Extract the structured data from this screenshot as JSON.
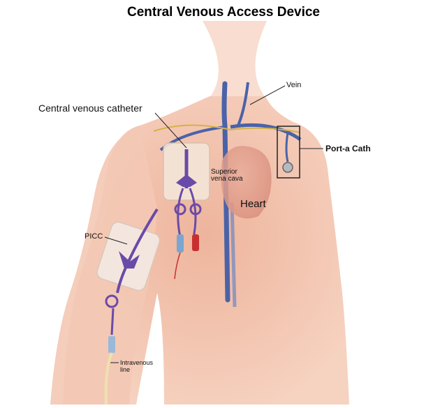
{
  "title": "Central Venous Access Device",
  "labels": {
    "central_venous_catheter": "Central venous catheter",
    "vein": "Vein",
    "port_a_cath": "Port-a Cath",
    "superior_vena_cava": [
      "Superior",
      "vena cava"
    ],
    "heart": "Heart",
    "picc": "PICC",
    "intravenous_line": [
      "Intravenous",
      "line"
    ]
  },
  "colors": {
    "skin": "#f0c2aa",
    "vein": "#4a63a8",
    "catheter": "#6a4aa8",
    "heart": "#e2a08e",
    "red_cap": "#c83030"
  }
}
